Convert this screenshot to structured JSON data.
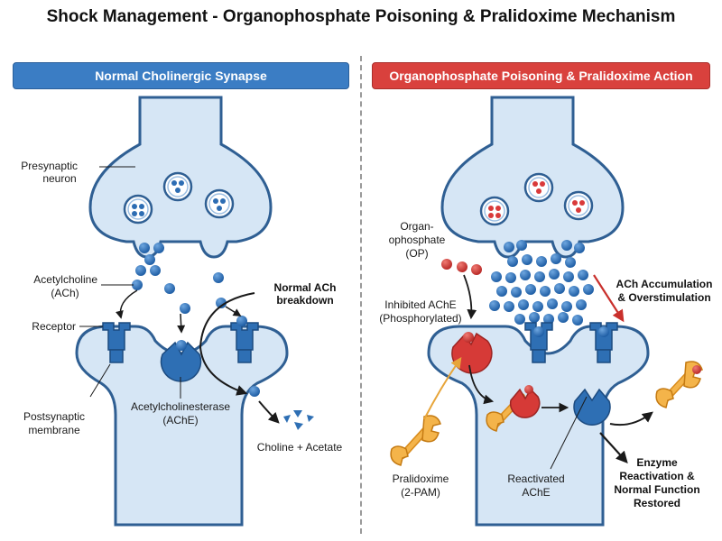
{
  "title": "Shock Management - Organophosphate Poisoning & Pralidoxime Mechanism",
  "panels": {
    "left": {
      "header": "Normal Cholinergic Synapse",
      "presynaptic_1": "Presynaptic",
      "presynaptic_2": "neuron",
      "ach_1": "Acetylcholine",
      "ach_2": "(ACh)",
      "receptor": "Receptor",
      "post_1": "Postsynaptic",
      "post_2": "membrane",
      "ache_1": "Acetylcholinesterase",
      "ache_2": "(AChE)",
      "breakdown_1": "Normal ACh",
      "breakdown_2": "breakdown",
      "products": "Choline + Acetate"
    },
    "right": {
      "header": "Organophosphate Poisoning & Pralidoxime Action",
      "op_1": "Organ-",
      "op_2": "ophosphate",
      "op_3": "(OP)",
      "inhibited_1": "Inhibited AChE",
      "inhibited_2": "(Phosphorylated)",
      "accum_1": "ACh Accumulation",
      "accum_2": "& Overstimulation",
      "pam_1": "Pralidoxime",
      "pam_2": "(2-PAM)",
      "react_1": "Reactivated",
      "react_2": "AChE",
      "restored_1": "Enzyme",
      "restored_2": "Reactivation &",
      "restored_3": "Normal Function",
      "restored_4": "Restored"
    }
  },
  "colors": {
    "neuron_fill": "#d6e6f5",
    "neuron_stroke": "#2f5f93",
    "ach_blue": "#2d6db3",
    "op_red": "#d93a3a",
    "pam_orange": "#f0a72a",
    "header_blue": "#3b7dc4",
    "header_red": "#d9413d"
  }
}
